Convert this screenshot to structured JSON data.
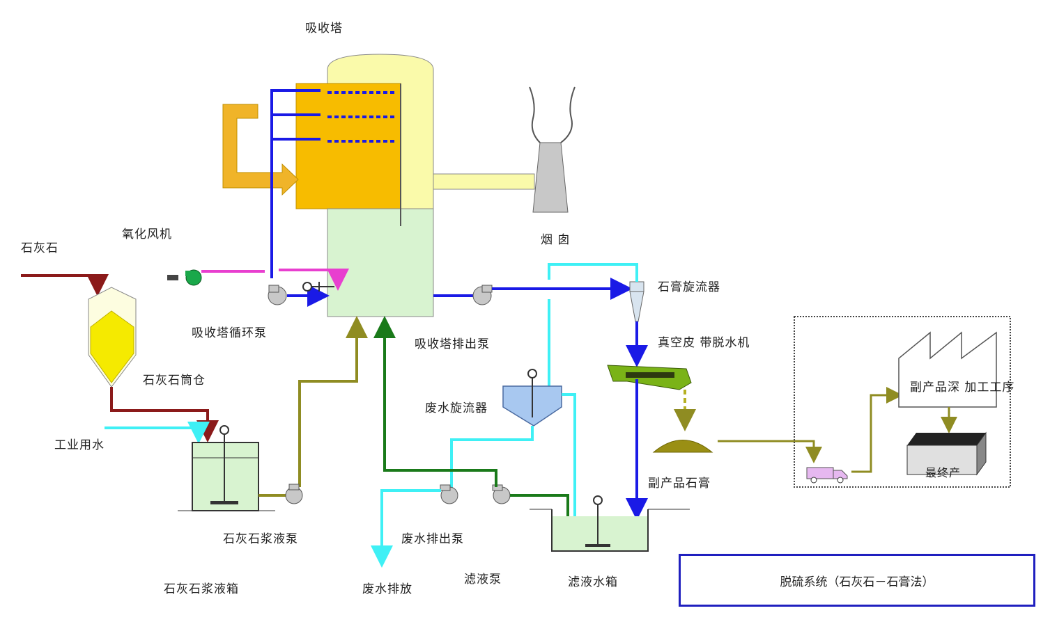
{
  "labels": {
    "absorber": "吸收塔",
    "oxidation_blower": "氧化风机",
    "limestone": "石灰石",
    "recirc_pump": "吸收塔循环泵",
    "limestone_silo": "石灰石筒仓",
    "industrial_water": "工业用水",
    "slurry_pump": "石灰石浆液泵",
    "slurry_tank": "石灰石浆液箱",
    "chimney": "烟 囱",
    "gypsum_cyclone": "石膏旋流器",
    "bleed_pump": "吸收塔排出泵",
    "belt_filter": "真空皮 带脱水机",
    "ww_cyclone": "废水旋流器",
    "ww_pump": "废水排出泵",
    "ww_discharge": "废水排放",
    "filtrate_pump": "滤液泵",
    "filtrate_tank": "滤液水箱",
    "byproduct_gypsum": "副产品石膏",
    "further_process": "副产品深 加工工序",
    "final_product": "最终产"
  },
  "title": "脱硫系统（石灰石－石膏法）",
  "colors": {
    "flue_gas": "#f0b429",
    "absorber_top": "#fafaaa",
    "slurry": "#d8f3d0",
    "recirc": "#1a1ae6",
    "cyan_water": "#3ff0f5",
    "oxidation_air": "#e83fcf",
    "limestone_feed": "#8b1a1a",
    "olive_line": "#8f8c22",
    "green_line": "#1a7a1a"
  }
}
